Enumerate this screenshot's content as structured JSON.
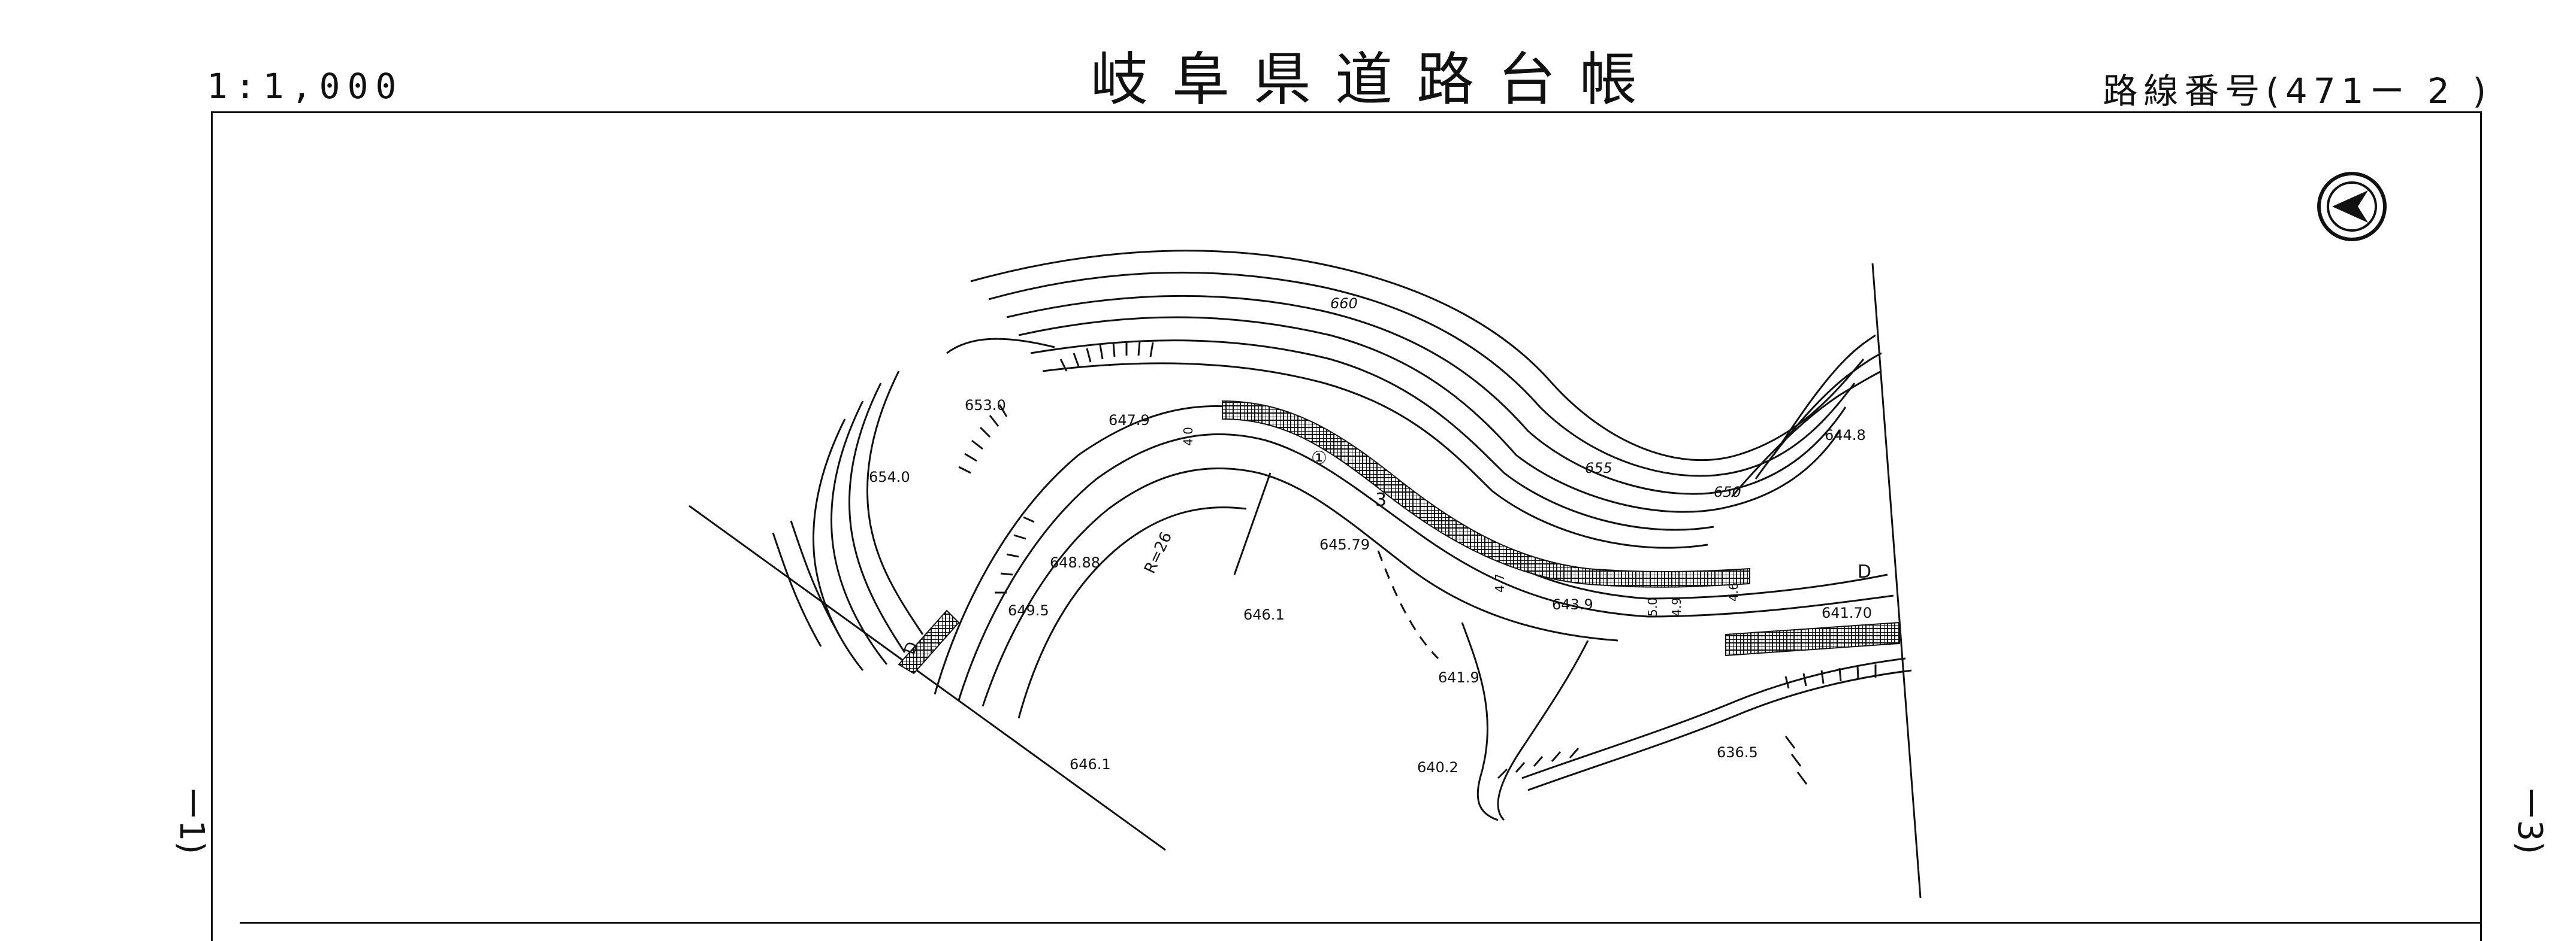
{
  "header": {
    "scale": "1:1,000",
    "title": "岐阜県道路台帳",
    "route_number": "路線番号(471ー 2 )"
  },
  "side_labels": {
    "left": "ー1)",
    "right": "ー3)"
  },
  "map": {
    "elevations": {
      "e653_0": "653.0",
      "e654_0": "654.0",
      "e647_9": "647.9",
      "e648_88": "648.88",
      "e649_5": "649.5",
      "e645_79": "645.79",
      "e646_1a": "646.1",
      "e646_1b": "646.1",
      "e641_9": "641.9",
      "e640_2": "640.2",
      "e636_5": "636.5",
      "e643_9": "643.9",
      "e644_8": "644.8",
      "e641_70": "641.70"
    },
    "contours": {
      "c660": "660",
      "c655": "655",
      "c650": "650"
    },
    "labels": {
      "radius": "R=26",
      "route_circle": "①",
      "km_3": "3",
      "d_right": "D",
      "d_left": "D"
    },
    "widths": {
      "w4_0": "4.0",
      "w4_9": "4.9",
      "w5_0": "5.0",
      "w4_6": "4.6",
      "w4_7": "4.7"
    }
  }
}
